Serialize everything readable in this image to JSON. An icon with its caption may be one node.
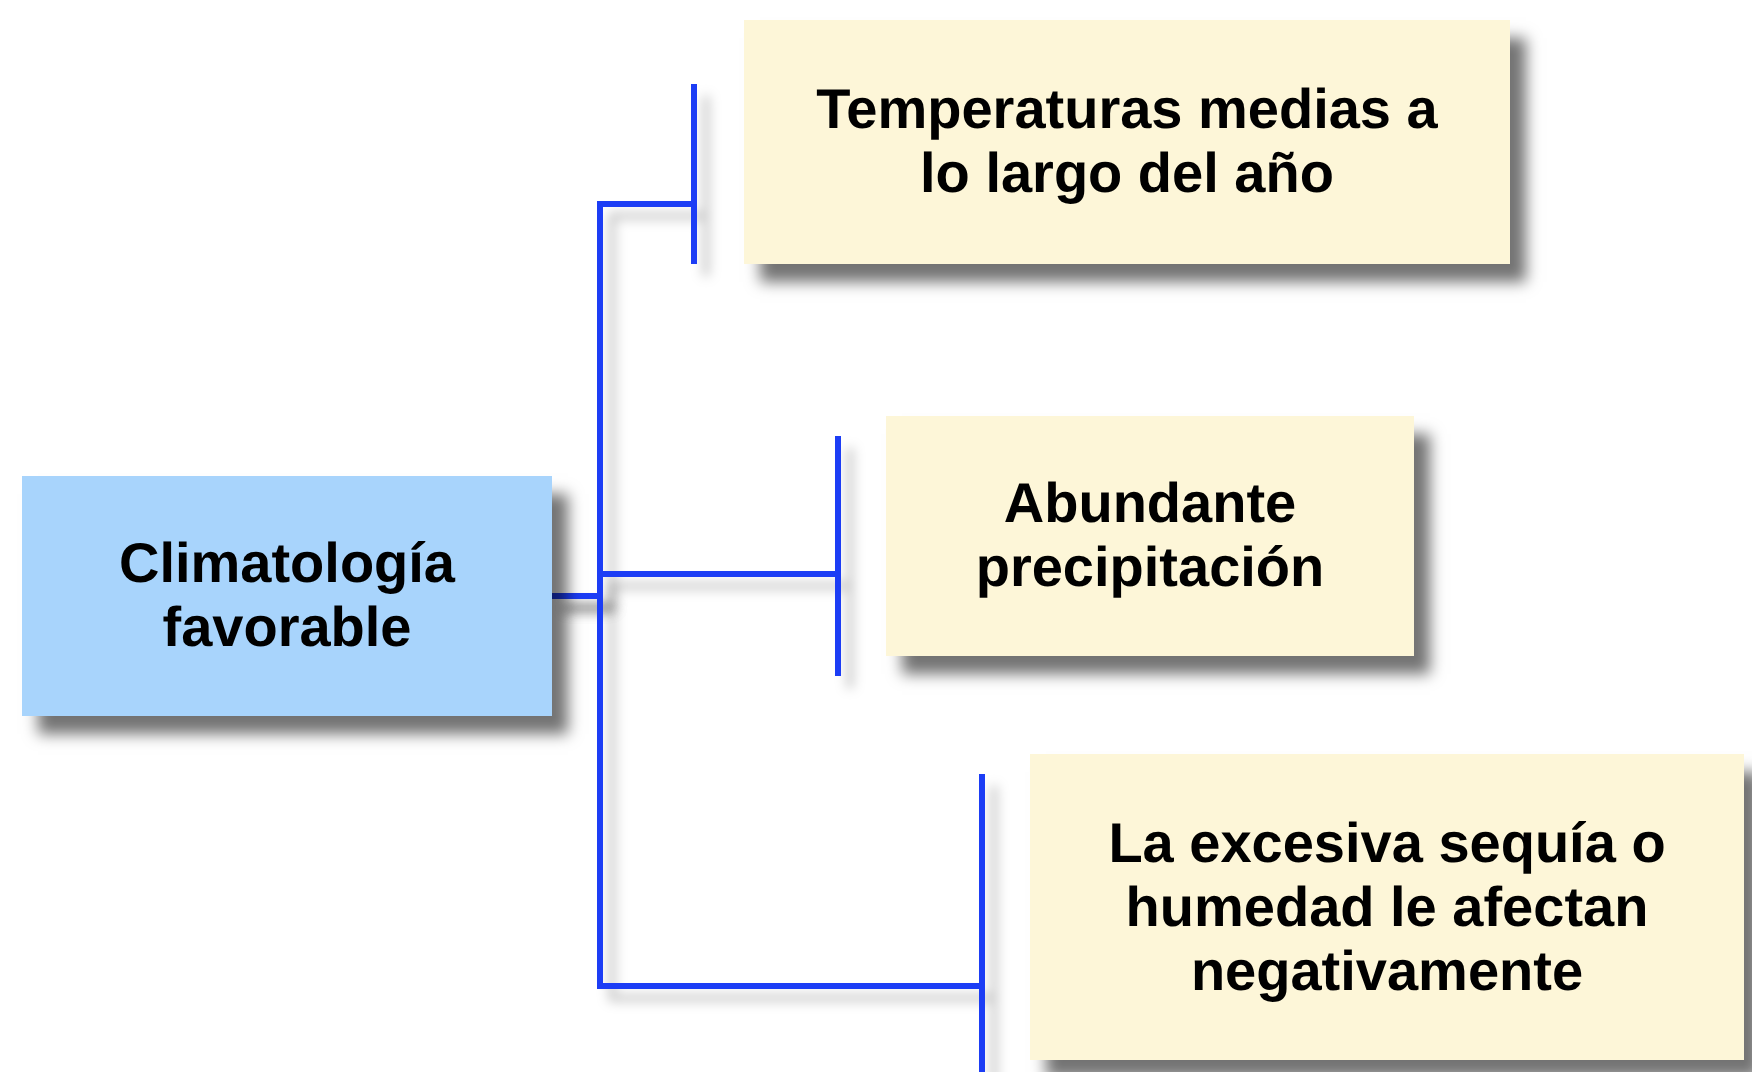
{
  "diagram": {
    "nodes": [
      {
        "text": [
          "Climatología favorable"
        ]
      },
      {
        "text": [
          "Temperaturas medias a lo largo del año"
        ]
      },
      {
        "text": [
          "Abundante precipitación"
        ]
      },
      {
        "text": [
          "La excesiva sequía o humedad le afectan negativamente"
        ]
      }
    ],
    "edges": [
      {
        "from": 0,
        "to": 1,
        "arrow": "none"
      },
      {
        "from": 0,
        "to": 2,
        "arrow": "none"
      },
      {
        "from": 0,
        "to": 3,
        "arrow": "none"
      }
    ]
  }
}
